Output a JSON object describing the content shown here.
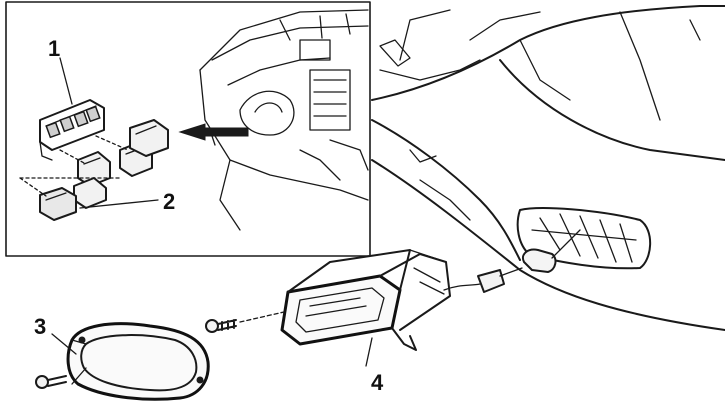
{
  "callouts": [
    {
      "id": "1",
      "label": "1"
    },
    {
      "id": "2",
      "label": "2"
    },
    {
      "id": "3",
      "label": "3"
    },
    {
      "id": "4",
      "label": "4"
    }
  ],
  "colors": {
    "ink": "#1a1a1a",
    "background": "#ffffff"
  },
  "icons": {
    "switch_panel": "switch-panel-icon",
    "switch_knob": "fog-switch-knob-icon",
    "dashboard": "dashboard-icon",
    "bumper": "bumper-icon",
    "fog_lamp": "fog-lamp-icon",
    "lamp_bezel": "lamp-bezel-icon",
    "screw": "screw-icon"
  }
}
